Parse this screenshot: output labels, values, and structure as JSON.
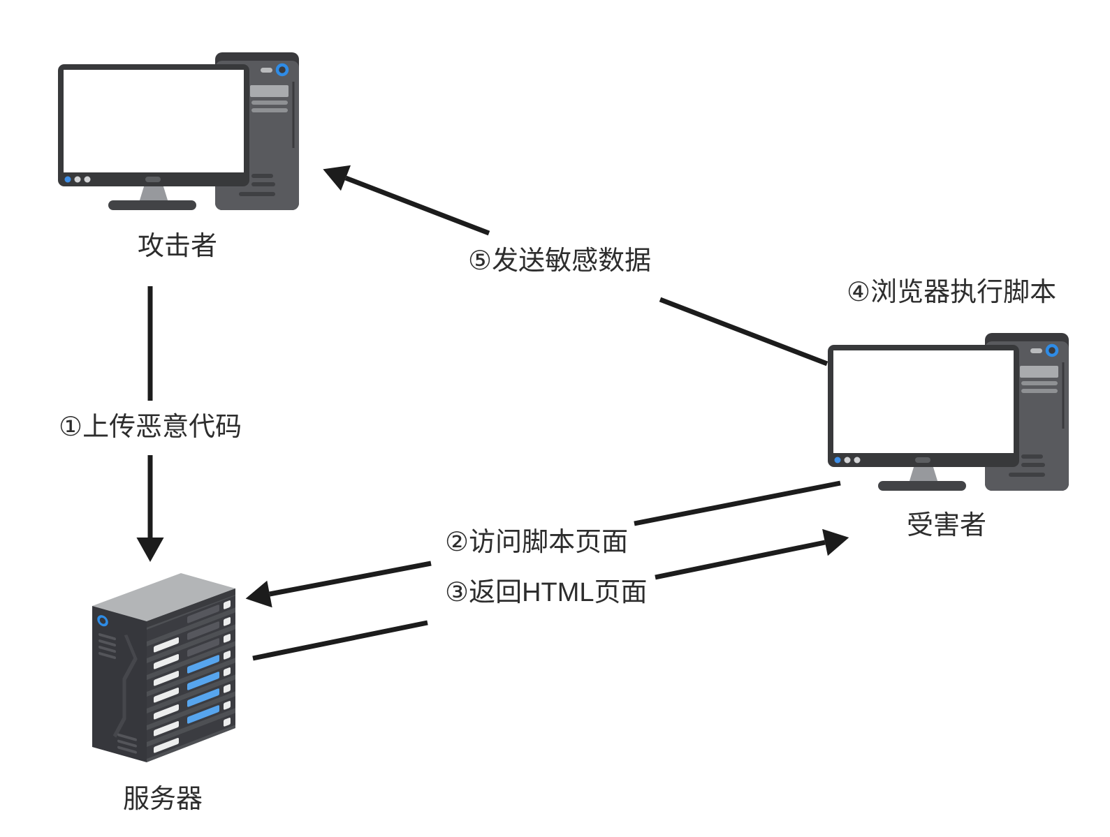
{
  "nodes": {
    "attacker": {
      "label": "攻击者"
    },
    "server": {
      "label": "服务器"
    },
    "victim": {
      "label": "受害者"
    }
  },
  "steps": {
    "step1": {
      "label": "①上传恶意代码"
    },
    "step2": {
      "label": "②访问脚本页面"
    },
    "step3": {
      "label": "③返回HTML页面"
    },
    "step4": {
      "label": "④浏览器执行脚本"
    },
    "step5": {
      "label": "⑤发送敏感数据"
    }
  },
  "colors": {
    "arrow": "#1c1c1c",
    "text": "#2d2d2d",
    "accent_blue": "#2f8ce6",
    "screen_white": "#ffffff",
    "monitor_frame": "#38393b",
    "tower_body": "#595a5e",
    "tower_cap": "#3a3a3d",
    "bay_light": "#a9abae",
    "server_top": "#b3b5b7",
    "server_side": "#36373c",
    "server_front": "#4e5054",
    "server_band": "#3b3c41",
    "server_bar_light": "#eceded",
    "server_bar_blue": "#57a5ee"
  }
}
